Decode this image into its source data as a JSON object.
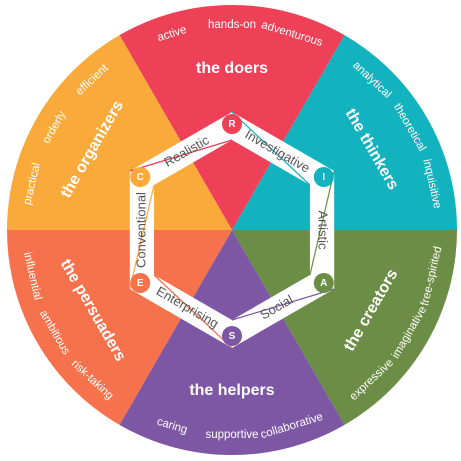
{
  "sectors": [
    {
      "key": "doers",
      "title": "the doers",
      "color": "#EE4056",
      "traits": [
        "active",
        "hands-on",
        "adventurous"
      ]
    },
    {
      "key": "thinkers",
      "title": "the thinkers",
      "color": "#13B2BF",
      "traits": [
        "analytical",
        "theoretical",
        "inquisitive"
      ]
    },
    {
      "key": "creators",
      "title": "the creators",
      "color": "#6C8D45",
      "traits": [
        "expressive",
        "imaginative",
        "free-spirited"
      ]
    },
    {
      "key": "helpers",
      "title": "the helpers",
      "color": "#7D56A4",
      "traits": [
        "caring",
        "supportive",
        "collaborative"
      ]
    },
    {
      "key": "persuaders",
      "title": "the persuaders",
      "color": "#F5724C",
      "traits": [
        "influential",
        "ambitious",
        "risk-taking"
      ]
    },
    {
      "key": "organizers",
      "title": "the organizers",
      "color": "#F9AA3B",
      "traits": [
        "practical",
        "orderly",
        "efficient"
      ]
    }
  ],
  "types": [
    {
      "letter": "R",
      "name": "Realistic",
      "color": "#EE4056"
    },
    {
      "letter": "I",
      "name": "Investigative",
      "color": "#13B2BF"
    },
    {
      "letter": "A",
      "name": "Artistic",
      "color": "#6C8D45"
    },
    {
      "letter": "S",
      "name": "Social",
      "color": "#7D56A4"
    },
    {
      "letter": "E",
      "name": "Enterprising",
      "color": "#F5724C"
    },
    {
      "letter": "C",
      "name": "Conventional",
      "color": "#F9AA3B"
    }
  ]
}
